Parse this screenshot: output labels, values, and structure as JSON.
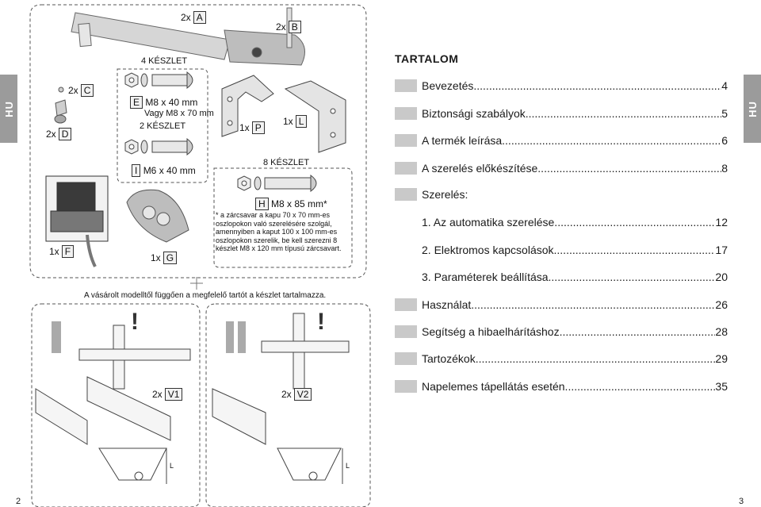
{
  "side_tab_label": "HU",
  "kit": {
    "qty_a": "2x",
    "letter_a": "A",
    "qty_b": "2x",
    "letter_b": "B",
    "set4_label": "4 KÉSZLET",
    "qty_c": "2x",
    "letter_c": "C",
    "qty_d": "2x",
    "letter_d": "D",
    "letter_e": "E",
    "e_size": "M8 x 40 mm",
    "e_alt": "Vagy M8 x 70 mm",
    "set2_label": "2 KÉSZLET",
    "qty_p": "1x",
    "letter_p": "P",
    "qty_l": "1x",
    "letter_l": "L",
    "letter_i": "I",
    "i_size": "M6 x 40 mm",
    "set8_label": "8 KÉSZLET",
    "letter_h": "H",
    "h_size": "M8 x 85 mm*",
    "h_note": "* a zárcsavar a kapu 70 x 70 mm-es oszlopokon való szerelésére szolgál, amennyiben a kaput 100 x 100 mm-es oszlopokon szerelik, be kell szerezni 8 készlet M8 x 120 mm típusú zárcsavart.",
    "qty_f": "1x",
    "letter_f": "F",
    "qty_g": "1x",
    "letter_g": "G",
    "caption": "A vásárolt modelltől függően a megfelelő tartót a készlet tartalmazza.",
    "qty_v1": "2x",
    "letter_v1": "V1",
    "qty_v2": "2x",
    "letter_v2": "V2",
    "roman_1": "I",
    "roman_2": "II",
    "warn": "!",
    "dim_l": "L"
  },
  "toc": {
    "title": "TARTALOM",
    "items": [
      {
        "text": "Bevezetés",
        "page": "4"
      },
      {
        "text": "Biztonsági szabályok",
        "page": "5"
      },
      {
        "text": "A termék leírása",
        "page": "6"
      },
      {
        "text": "A szerelés előkészítése",
        "page": "8"
      },
      {
        "text": "Szerelés:",
        "page": ""
      },
      {
        "text": "1. Az automatika szerelése",
        "page": "12"
      },
      {
        "text": "2. Elektromos kapcsolások",
        "page": "17"
      },
      {
        "text": "3. Paraméterek beállítása",
        "page": "20"
      },
      {
        "text": "Használat",
        "page": "26"
      },
      {
        "text": "Segítség a hibaelhárításhoz",
        "page": "28"
      },
      {
        "text": "Tartozékok",
        "page": "29"
      },
      {
        "text": "Napelemes tápellátás esetén",
        "page": "35"
      }
    ]
  },
  "page_left": "2",
  "page_right": "3"
}
